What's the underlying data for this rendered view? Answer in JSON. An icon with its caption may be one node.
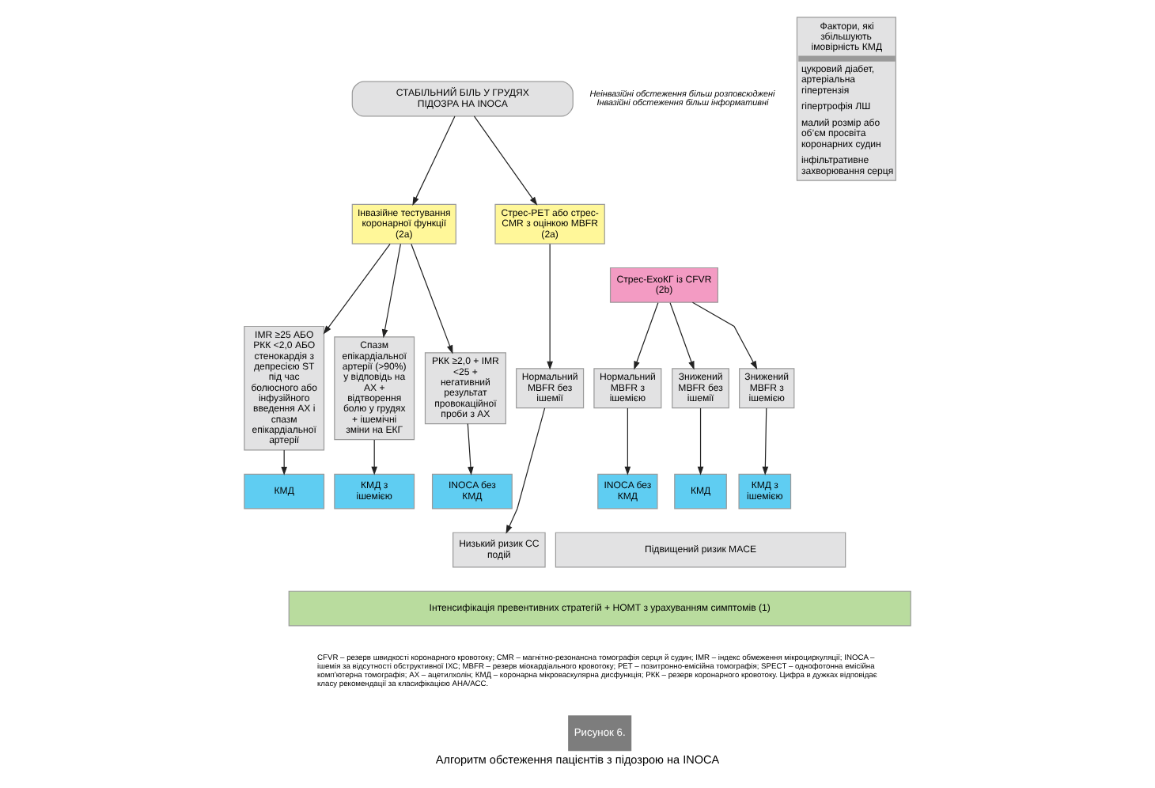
{
  "diagram": {
    "caption": "Алгоритм обстеження пацієнтів з підозрою на INOCA",
    "nodes": [
      {
        "text": [
          "СТАБІЛЬНИЙ БІЛЬ У ГРУДЯХ",
          "ПІДОЗРА НА INOCA"
        ]
      },
      {
        "text": [
          "Інвазійне тестування коронарної функції (2а)"
        ]
      },
      {
        "text": [
          "Стрес-PET або стрес-CMR з оцінкою MBFR (2a)"
        ]
      },
      {
        "text": [
          "Стрес-ЕхоКГ із CFVR (2b)"
        ]
      },
      {
        "text": [
          "РКК ≥2,0 + IMR <25 + негативний результат провокаційної проби з АХ"
        ]
      },
      {
        "text": [
          "Спазм епікардіальної артерії (>90%) у відповідь на АХ + відтворення болю у грудях + ішемічні зміни на ЕКГ"
        ]
      },
      {
        "text": [
          "IMR ≥25 АБО РКК <2,0 АБО стенокардія з депресією ST під час болюсного або інфузійного введення АХ і спазм епікардіальної артерії"
        ]
      },
      {
        "text": [
          "INOCA без КМД"
        ]
      },
      {
        "text": [
          "КМД з ішемією"
        ]
      },
      {
        "text": [
          "КМД"
        ]
      },
      {
        "text": [
          "Нормальний MBFR без ішемії"
        ]
      },
      {
        "text": [
          "Низький ризик СС подій"
        ]
      },
      {
        "text": [
          "Нормальний MBFR з ішемією"
        ]
      },
      {
        "text": [
          "Знижений MBFR з ішемією"
        ]
      },
      {
        "text": [
          "Знижений MBFR без ішемії"
        ]
      },
      {
        "text": [
          "INOCA без КМД"
        ]
      },
      {
        "text": [
          "КМД з ішемією"
        ]
      },
      {
        "text": [
          "КМД"
        ]
      },
      {
        "text": [
          "Підвищений ризик MACE"
        ]
      },
      {
        "text": [
          "Інтенсифікація превентивних стратегій + НОМТ з урахуванням симптомів (1)"
        ]
      },
      {
        "text": [
          "Фактори, які збільшують імовірність КМД",
          "цукровий діабет, артеріальна гіпертензія",
          "гіпертрофія ЛШ",
          "малий розмір або об’єм просвіта коронарних судин",
          "інфільтративне захворювання серця"
        ]
      }
    ],
    "edges": [
      {
        "from": 0,
        "to": 1,
        "arrow": "to"
      },
      {
        "from": 0,
        "to": 2,
        "arrow": "to"
      },
      {
        "from": 1,
        "to": 4,
        "arrow": "to"
      },
      {
        "from": 1,
        "to": 5,
        "arrow": "to"
      },
      {
        "from": 1,
        "to": 6,
        "arrow": "to"
      },
      {
        "from": 4,
        "to": 7,
        "arrow": "to"
      },
      {
        "from": 5,
        "to": 8,
        "arrow": "to"
      },
      {
        "from": 6,
        "to": 9,
        "arrow": "to"
      },
      {
        "from": 2,
        "to": 10,
        "arrow": "to"
      },
      {
        "from": 3,
        "to": 12,
        "arrow": "to"
      },
      {
        "from": 3,
        "to": 13,
        "arrow": "to"
      },
      {
        "from": 3,
        "to": 14,
        "arrow": "to"
      },
      {
        "from": 10,
        "to": 11,
        "arrow": "to"
      },
      {
        "from": 12,
        "to": 15,
        "arrow": "to"
      },
      {
        "from": 13,
        "to": 16,
        "arrow": "to"
      },
      {
        "from": 14,
        "to": 17,
        "arrow": "to"
      }
    ],
    "labels": [
      "Неінвазійні обстеження більш розповсюджені",
      "Інвазійні обстеження більш інформативні",
      "CFVR – резерв швидкості коронарного кровотоку; CMR – магнітно-резонансна томографія серця й судин; IMR – індекс обмеження мікроциркуляції; INOCA – ішемія за відсутності обструктивної ІХС; MBFR – резерв міокардіального кровотоку; PET – позитронно-емісійна томографія; SPECT – однофотонна емісійна комп’ютерна томографія; АХ – ацетилхолін; КМД – коронарна мікроваскулярна дисфункція; РКК – резерв коронарного кровотоку. Цифра в дужках відповідає класу рекомендації за класифікацією AHA/ACC.",
      "Рисунок 6."
    ]
  }
}
